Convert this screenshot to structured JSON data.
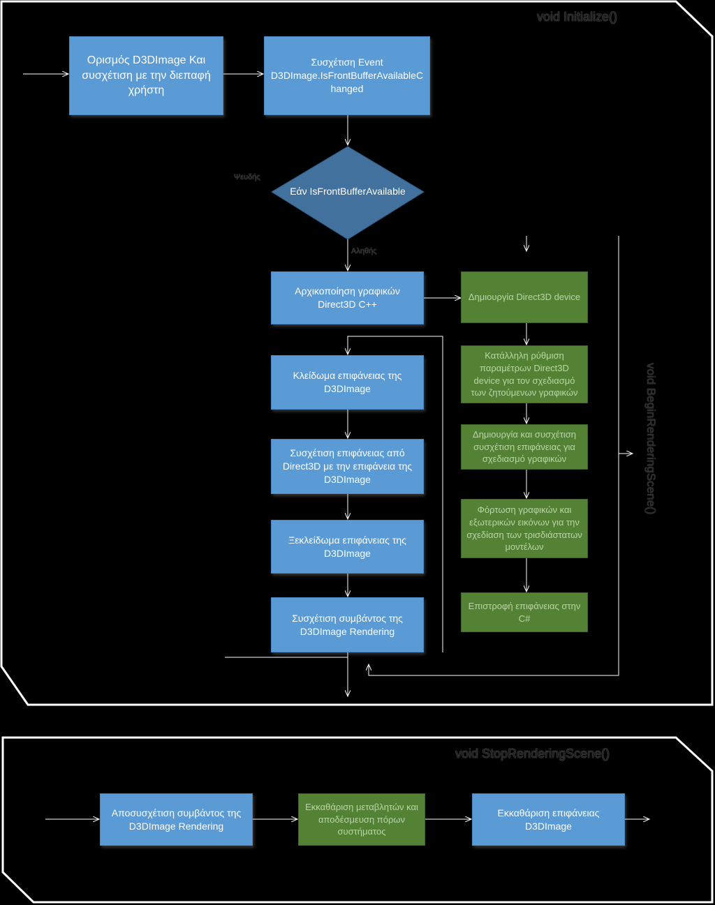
{
  "initialize": {
    "title": "void Initialize()",
    "define_d3dimage": "Ορισμός D3DImage Και συσχέτιση με την διεπαφή χρήστη",
    "associate_event": "Συσχέτιση Event D3DImage.IsFrontBufferAvailableC hanged",
    "decision": "Εάν IsFrontBufferAvailable",
    "false_label": "Ψευδής",
    "true_label": "Αληθής",
    "init_graphics": "Αρχικοποίηση γραφικών Direct3D C++",
    "lock_surface": "Κλείδωμα επιφάνειας της D3DImage",
    "associate_surface": "Συσχέτιση επιφάνειας από Direct3D με την επιφάνεια της D3DImage",
    "unlock_surface": "Ξεκλείδωμα επιφάνειας της D3DImage",
    "associate_rendering": "Συσχέτιση συμβάντος της D3DImage Rendering"
  },
  "begin_rendering": {
    "title": "void BeginRenderingScene()",
    "create_device": "Δημιουργία Direct3D device",
    "configure_device": "Κατάλληλη ρύθμιση παραμέτρων Direct3D device για τον σχεδιασμό των ζητούμενων γραφικών",
    "create_surface": "Δημιουργία και συσχέτιση συσχέτιση επιφάνειας για σχεδιασμό γραφικών",
    "load_graphics": "Φόρτωση γραφικών και εξωτερικών εικόνων για την σχεδίαση των τρισδιάστατων μοντέλων",
    "return_surface": "Επιστροφή επιφάνειας στην C#"
  },
  "stop_rendering": {
    "title": "void StopRenderingScene()",
    "dissociate_event": "Αποσυσχέτιση συμβάντος της D3DImage Rendering",
    "cleanup_variables": "Εκκαθάριση μεταβλητών και αποδέσμευση πόρων συστήματος",
    "cleanup_surface": "Εκκαθάριση επιφάνειας D3DImage"
  },
  "colors": {
    "background": "#000000",
    "container_stroke": "#ffffff",
    "blue_box": "#5b9bd5",
    "green_box": "#548235",
    "decision_fill": "#41719c"
  }
}
